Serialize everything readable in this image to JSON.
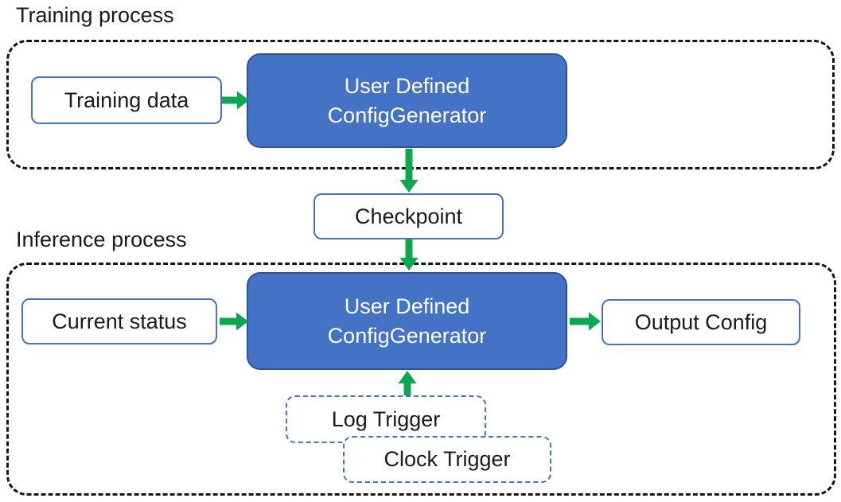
{
  "colors": {
    "box_blue_fill": "#4472C4",
    "box_blue_border": "#2F528F",
    "outline_blue": "#4472C4",
    "container_border": "#161616",
    "arrow_green": "#0DA750",
    "text_dark": "#1a1a1a",
    "text_light": "#ffffff"
  },
  "training": {
    "title": "Training process",
    "training_data": "Training data",
    "generator_line1": "User Defined",
    "generator_line2": "ConfigGenerator"
  },
  "checkpoint": {
    "label": "Checkpoint"
  },
  "inference": {
    "title": "Inference process",
    "current_status": "Current status",
    "generator_line1": "User Defined",
    "generator_line2": "ConfigGenerator",
    "output_config": "Output Config",
    "log_trigger": "Log Trigger",
    "clock_trigger": "Clock Trigger"
  }
}
